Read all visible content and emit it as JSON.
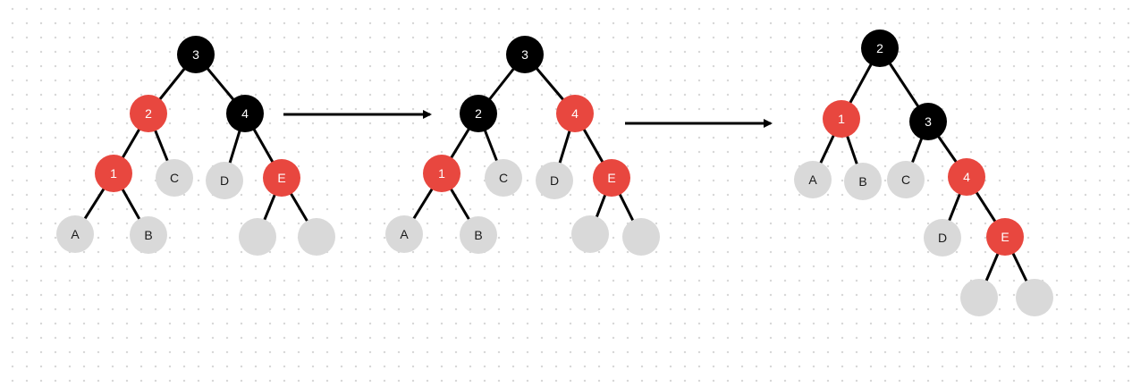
{
  "colors": {
    "black": "#000000",
    "red": "#e8473f",
    "gray": "#d9d9d9",
    "edge": "#000000",
    "label_on_dark": "#ffffff",
    "label_on_gray": "#1a1a1a"
  },
  "trees": [
    {
      "id": "tree-1",
      "nodes": [
        {
          "id": "n3",
          "label": "3",
          "color": "black"
        },
        {
          "id": "n2",
          "label": "2",
          "color": "red"
        },
        {
          "id": "n4",
          "label": "4",
          "color": "black"
        },
        {
          "id": "n1",
          "label": "1",
          "color": "red"
        },
        {
          "id": "nC",
          "label": "C",
          "color": "gray"
        },
        {
          "id": "nD",
          "label": "D",
          "color": "gray"
        },
        {
          "id": "nE",
          "label": "E",
          "color": "red"
        },
        {
          "id": "nA",
          "label": "A",
          "color": "gray"
        },
        {
          "id": "nB",
          "label": "B",
          "color": "gray"
        },
        {
          "id": "nL1",
          "label": "",
          "color": "gray"
        },
        {
          "id": "nL2",
          "label": "",
          "color": "gray"
        }
      ],
      "edges": [
        [
          "n3",
          "n2"
        ],
        [
          "n3",
          "n4"
        ],
        [
          "n2",
          "n1"
        ],
        [
          "n2",
          "nC"
        ],
        [
          "n4",
          "nD"
        ],
        [
          "n4",
          "nE"
        ],
        [
          "n1",
          "nA"
        ],
        [
          "n1",
          "nB"
        ],
        [
          "nE",
          "nL1"
        ],
        [
          "nE",
          "nL2"
        ]
      ]
    },
    {
      "id": "tree-2",
      "nodes": [
        {
          "id": "n3",
          "label": "3",
          "color": "black"
        },
        {
          "id": "n2",
          "label": "2",
          "color": "black"
        },
        {
          "id": "n4",
          "label": "4",
          "color": "red"
        },
        {
          "id": "n1",
          "label": "1",
          "color": "red"
        },
        {
          "id": "nC",
          "label": "C",
          "color": "gray"
        },
        {
          "id": "nD",
          "label": "D",
          "color": "gray"
        },
        {
          "id": "nE",
          "label": "E",
          "color": "red"
        },
        {
          "id": "nA",
          "label": "A",
          "color": "gray"
        },
        {
          "id": "nB",
          "label": "B",
          "color": "gray"
        },
        {
          "id": "nL1",
          "label": "",
          "color": "gray"
        },
        {
          "id": "nL2",
          "label": "",
          "color": "gray"
        }
      ],
      "edges": [
        [
          "n3",
          "n2"
        ],
        [
          "n3",
          "n4"
        ],
        [
          "n2",
          "n1"
        ],
        [
          "n2",
          "nC"
        ],
        [
          "n4",
          "nD"
        ],
        [
          "n4",
          "nE"
        ],
        [
          "n1",
          "nA"
        ],
        [
          "n1",
          "nB"
        ],
        [
          "nE",
          "nL1"
        ],
        [
          "nE",
          "nL2"
        ]
      ]
    },
    {
      "id": "tree-3",
      "nodes": [
        {
          "id": "n2",
          "label": "2",
          "color": "black"
        },
        {
          "id": "n1",
          "label": "1",
          "color": "red"
        },
        {
          "id": "n3",
          "label": "3",
          "color": "black"
        },
        {
          "id": "nA",
          "label": "A",
          "color": "gray"
        },
        {
          "id": "nB",
          "label": "B",
          "color": "gray"
        },
        {
          "id": "nC",
          "label": "C",
          "color": "gray"
        },
        {
          "id": "n4",
          "label": "4",
          "color": "red"
        },
        {
          "id": "nD",
          "label": "D",
          "color": "gray"
        },
        {
          "id": "nE",
          "label": "E",
          "color": "red"
        },
        {
          "id": "nL1",
          "label": "",
          "color": "gray"
        },
        {
          "id": "nL2",
          "label": "",
          "color": "gray"
        }
      ],
      "edges": [
        [
          "n2",
          "n1"
        ],
        [
          "n2",
          "n3"
        ],
        [
          "n1",
          "nA"
        ],
        [
          "n1",
          "nB"
        ],
        [
          "n3",
          "nC"
        ],
        [
          "n3",
          "n4"
        ],
        [
          "n4",
          "nD"
        ],
        [
          "n4",
          "nE"
        ],
        [
          "nE",
          "nL1"
        ],
        [
          "nE",
          "nL2"
        ]
      ]
    }
  ],
  "arrows": [
    {
      "id": "arrow-1",
      "from": "tree-1",
      "to": "tree-2"
    },
    {
      "id": "arrow-2",
      "from": "tree-2",
      "to": "tree-3"
    }
  ]
}
